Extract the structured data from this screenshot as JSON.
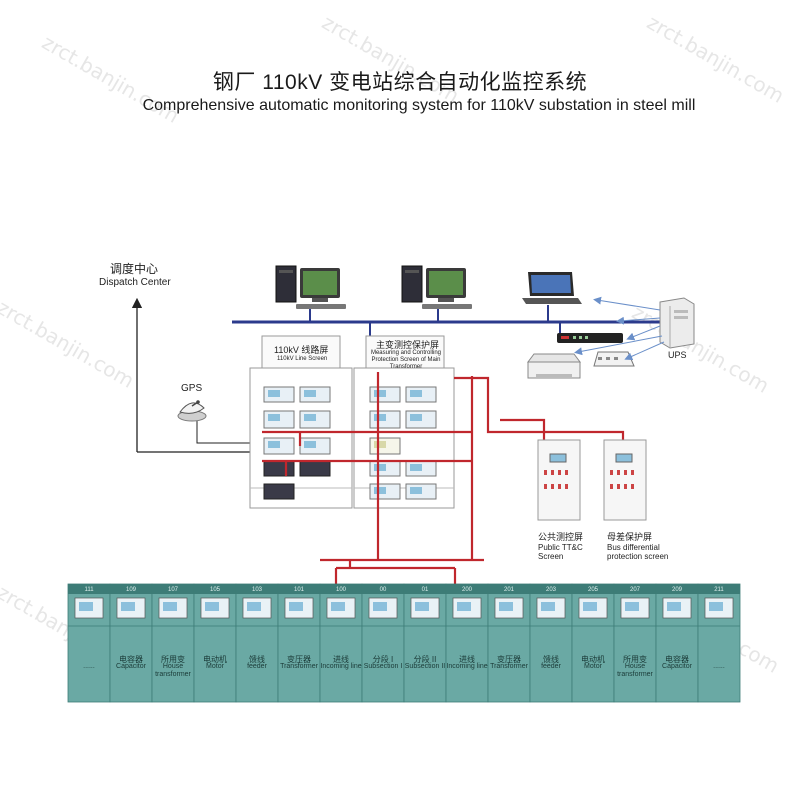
{
  "title": {
    "cn": "钢厂 110kV 变电站综合自动化监控系统",
    "en": "Comprehensive automatic monitoring system for 110kV substation in steel mill"
  },
  "dispatch": {
    "cn": "调度中心",
    "en": "Dispatch Center"
  },
  "gps": "GPS",
  "ups": "UPS",
  "line_screen": {
    "cn": "110kV 线路屏",
    "en": "110kV Line Screen"
  },
  "main_screen": {
    "cn": "主变测控保护屏",
    "en": "Measuring and Controlling Protection Screen of Main Transformer"
  },
  "tt_screen": {
    "cn": "公共测控屏",
    "en": "Public TT&C Screen"
  },
  "bus_screen": {
    "cn": "母差保护屏",
    "en": "Bus differential protection screen"
  },
  "watermark": "zrct.banjin.com",
  "bays": [
    {
      "num": "111",
      "cn": "",
      "en": "......"
    },
    {
      "num": "109",
      "cn": "电容器",
      "en": "Capacitor"
    },
    {
      "num": "107",
      "cn": "所用变",
      "en": "House transformer"
    },
    {
      "num": "105",
      "cn": "电动机",
      "en": "Motor"
    },
    {
      "num": "103",
      "cn": "馈线",
      "en": "feeder"
    },
    {
      "num": "101",
      "cn": "变压器",
      "en": "Transformer"
    },
    {
      "num": "100",
      "cn": "进线",
      "en": "Incoming line"
    },
    {
      "num": "00",
      "cn": "分段 I",
      "en": "Subsection I"
    },
    {
      "num": "01",
      "cn": "分段 II",
      "en": "Subsection II"
    },
    {
      "num": "200",
      "cn": "进线",
      "en": "Incoming line"
    },
    {
      "num": "201",
      "cn": "变压器",
      "en": "Transformer"
    },
    {
      "num": "203",
      "cn": "馈线",
      "en": "feeder"
    },
    {
      "num": "205",
      "cn": "电动机",
      "en": "Motor"
    },
    {
      "num": "207",
      "cn": "所用变",
      "en": "House transformer"
    },
    {
      "num": "209",
      "cn": "电容器",
      "en": "Capacitor"
    },
    {
      "num": "211",
      "cn": "",
      "en": "......"
    }
  ],
  "colors": {
    "network": "#2b3a8c",
    "bus_red": "#c0272d",
    "cabinet_teal": "#6aa9a4",
    "cabinet_dark": "#3d7c77",
    "frame_gray": "#9a9a9a"
  }
}
